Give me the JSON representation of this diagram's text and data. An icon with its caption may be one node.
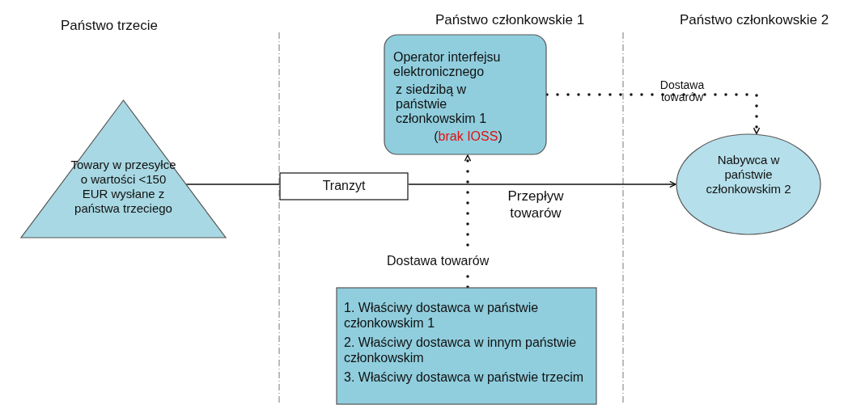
{
  "diagram": {
    "nodes": [
      {
        "text": [
          "Towary w przesyłce o wartości <150 EUR wysłane z państwa trzeciego"
        ]
      },
      {
        "text": [
          "Operator interfejsu elektronicznego",
          "z siedzibą w państwie członkowskim 1",
          "(brak IOSS)"
        ]
      },
      {
        "text": [
          "Tranzyt"
        ]
      },
      {
        "text": [
          "Nabywca w państwie członkowskim 2"
        ]
      },
      {
        "text": [
          "1. Właściwy dostawca w państwie członkowskim 1",
          "2. Właściwy dostawca w innym państwie członkowskim",
          "3. Właściwy dostawca w państwie trzecim"
        ]
      }
    ],
    "edges": [
      {
        "from": 0,
        "to": 2,
        "arrow": "none"
      },
      {
        "from": 2,
        "to": 3,
        "arrow": "to",
        "label": "Przepływ towarów"
      },
      {
        "from": 4,
        "to": 1,
        "arrow": "to",
        "label": "Dostawa towarów",
        "style": "dashed"
      },
      {
        "from": 1,
        "to": 3,
        "arrow": "to",
        "label": "Dostawa towarów",
        "style": "dashed"
      }
    ],
    "labels": [
      "Państwo trzecie",
      "Państwo członkowskie 1",
      "Państwo członkowskie 2"
    ]
  }
}
